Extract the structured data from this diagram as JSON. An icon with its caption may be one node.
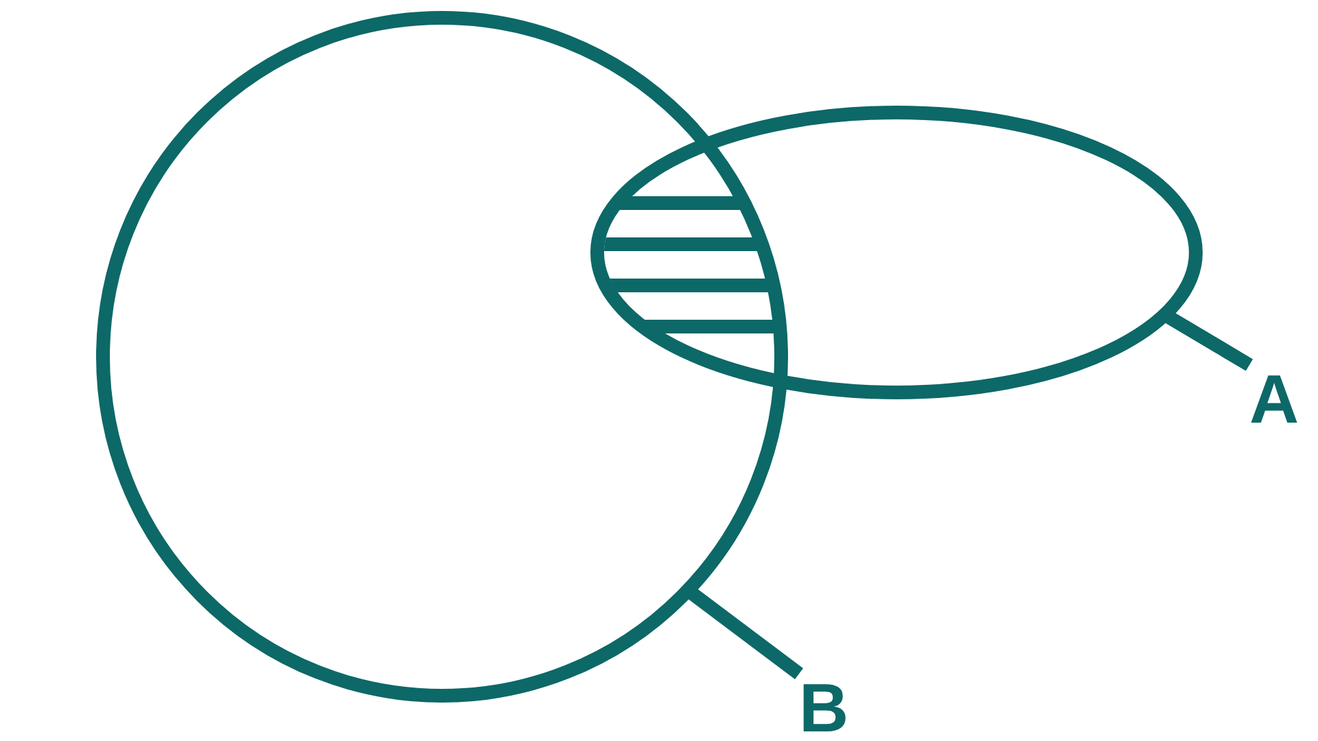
{
  "diagram": {
    "nodes": [
      {
        "text": [],
        "shape": "circle"
      },
      {
        "text": [],
        "shape": "ellipse"
      },
      {
        "text": [],
        "shape": "hatching"
      },
      {
        "text": [
          "A"
        ]
      },
      {
        "text": [
          "B"
        ]
      }
    ],
    "edges": [
      {
        "from": 3,
        "to": 1,
        "arrow": "none"
      },
      {
        "from": 4,
        "to": 0,
        "arrow": "none"
      }
    ]
  }
}
